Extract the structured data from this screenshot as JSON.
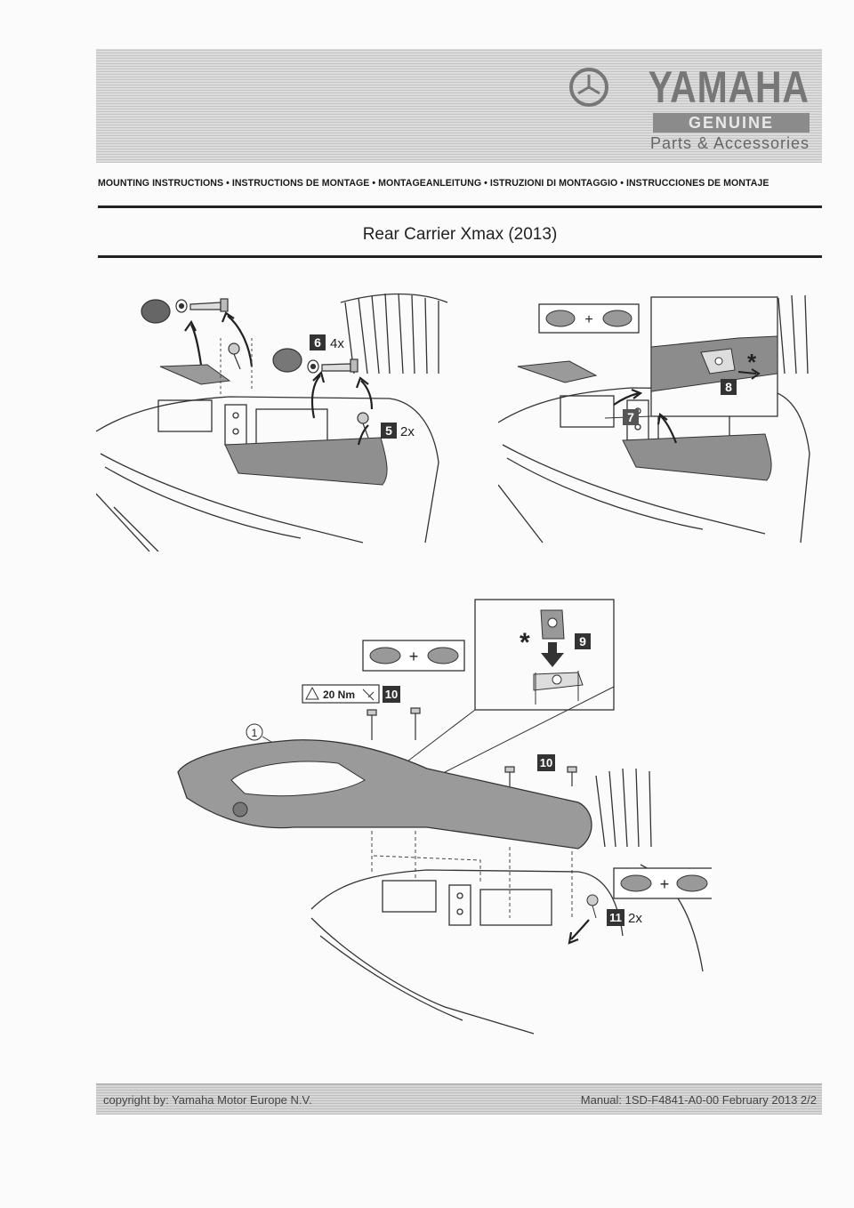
{
  "header": {
    "brand_name": "YAMAHA",
    "brand_line": "GENUINE",
    "brand_sub": "Parts & Accessories",
    "mounting_instructions": "MOUNTING INSTRUCTIONS • INSTRUCTIONS DE MONTAGE • MONTAGEANLEITUNG • ISTRUZIONI DI MONTAGGIO • INSTRUCCIONES DE MONTAJE"
  },
  "title": "Rear Carrier Xmax (2013)",
  "figures": {
    "fig1": {
      "step_6": "6",
      "step_6_count": "4x",
      "step_5": "5",
      "step_5_count": "2x"
    },
    "fig2": {
      "step_7": "7",
      "step_8": "8",
      "plus": "+",
      "asterisk": "*"
    },
    "fig3": {
      "part_number": "1",
      "torque": "20 Nm",
      "step_10": "10",
      "step_10_b": "10",
      "step_9": "9",
      "step_11": "11",
      "step_11_count": "2x",
      "plus": "+",
      "plus_b": "+",
      "asterisk": "*"
    }
  },
  "footer": {
    "copyright": "copyright by: Yamaha Motor Europe N.V.",
    "manual": "Manual: 1SD-F4841-A0-00 February 2013 2/2"
  }
}
